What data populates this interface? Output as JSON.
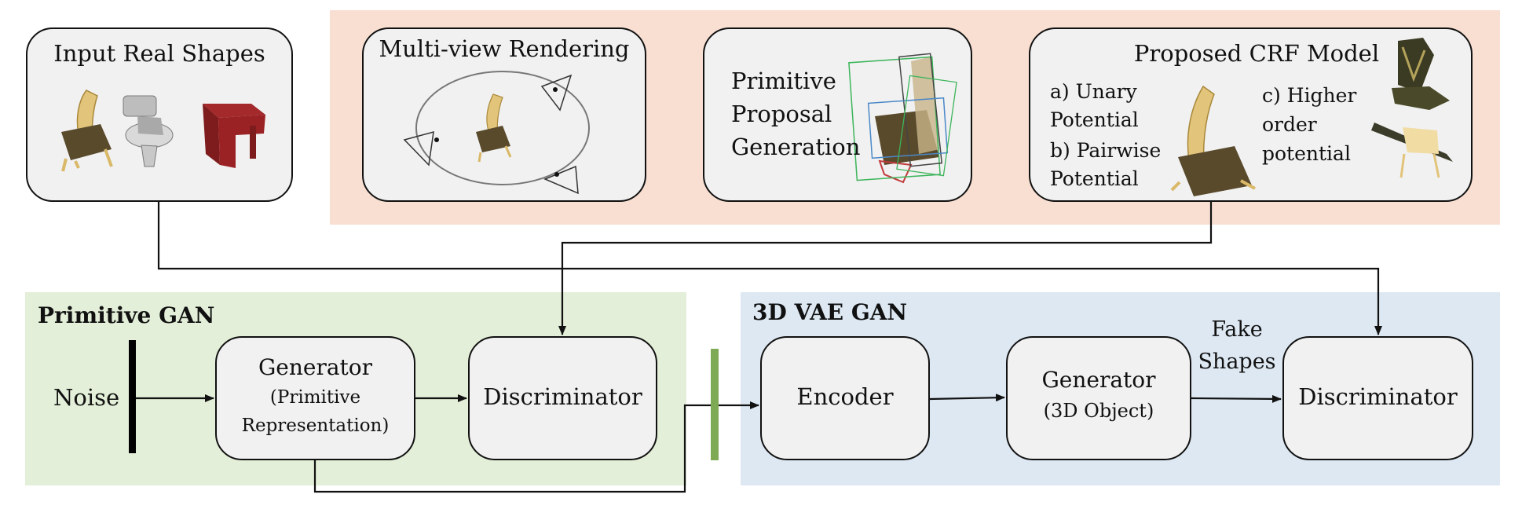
{
  "colors": {
    "top_panel": "#f8dfd2",
    "primitive_gan_panel": "#e3efd8",
    "vae_gan_panel": "#dde8f3",
    "box_fill": "#f1f1f1",
    "stroke": "#111111",
    "green_bar": "#7faa55",
    "noise_bar": "#000000"
  },
  "input_shapes": {
    "title": "Input Real Shapes",
    "icons": [
      "chair-icon",
      "toilet-icon",
      "red-table-icon"
    ]
  },
  "multiview": {
    "title": "Multi-view Rendering",
    "icons": [
      "camera-icon",
      "chair-icon"
    ]
  },
  "proposal": {
    "title_line1": "Primitive",
    "title_line2": "Proposal",
    "title_line3": "Generation",
    "icons": [
      "chair-with-bounding-boxes-icon"
    ]
  },
  "crf": {
    "title": "Proposed CRF Model",
    "a_line1": "a) Unary",
    "a_line2": "Potential",
    "b_line1": "b) Pairwise",
    "b_line2": "Potential",
    "c_line1": "c) Higher",
    "c_line2": "order",
    "c_line3": "potential",
    "icons": [
      "chair-icon",
      "car-seat-icon",
      "stick-icon"
    ]
  },
  "primitive_gan": {
    "title": "Primitive GAN",
    "noise": "Noise",
    "generator_title": "Generator",
    "generator_sub1": "(Primitive",
    "generator_sub2": "Representation)",
    "discriminator": "Discriminator"
  },
  "vae_gan": {
    "title": "3D VAE GAN",
    "encoder": "Encoder",
    "generator_title": "Generator",
    "generator_sub": "(3D Object)",
    "fake_line1": "Fake",
    "fake_line2": "Shapes",
    "discriminator": "Discriminator"
  }
}
